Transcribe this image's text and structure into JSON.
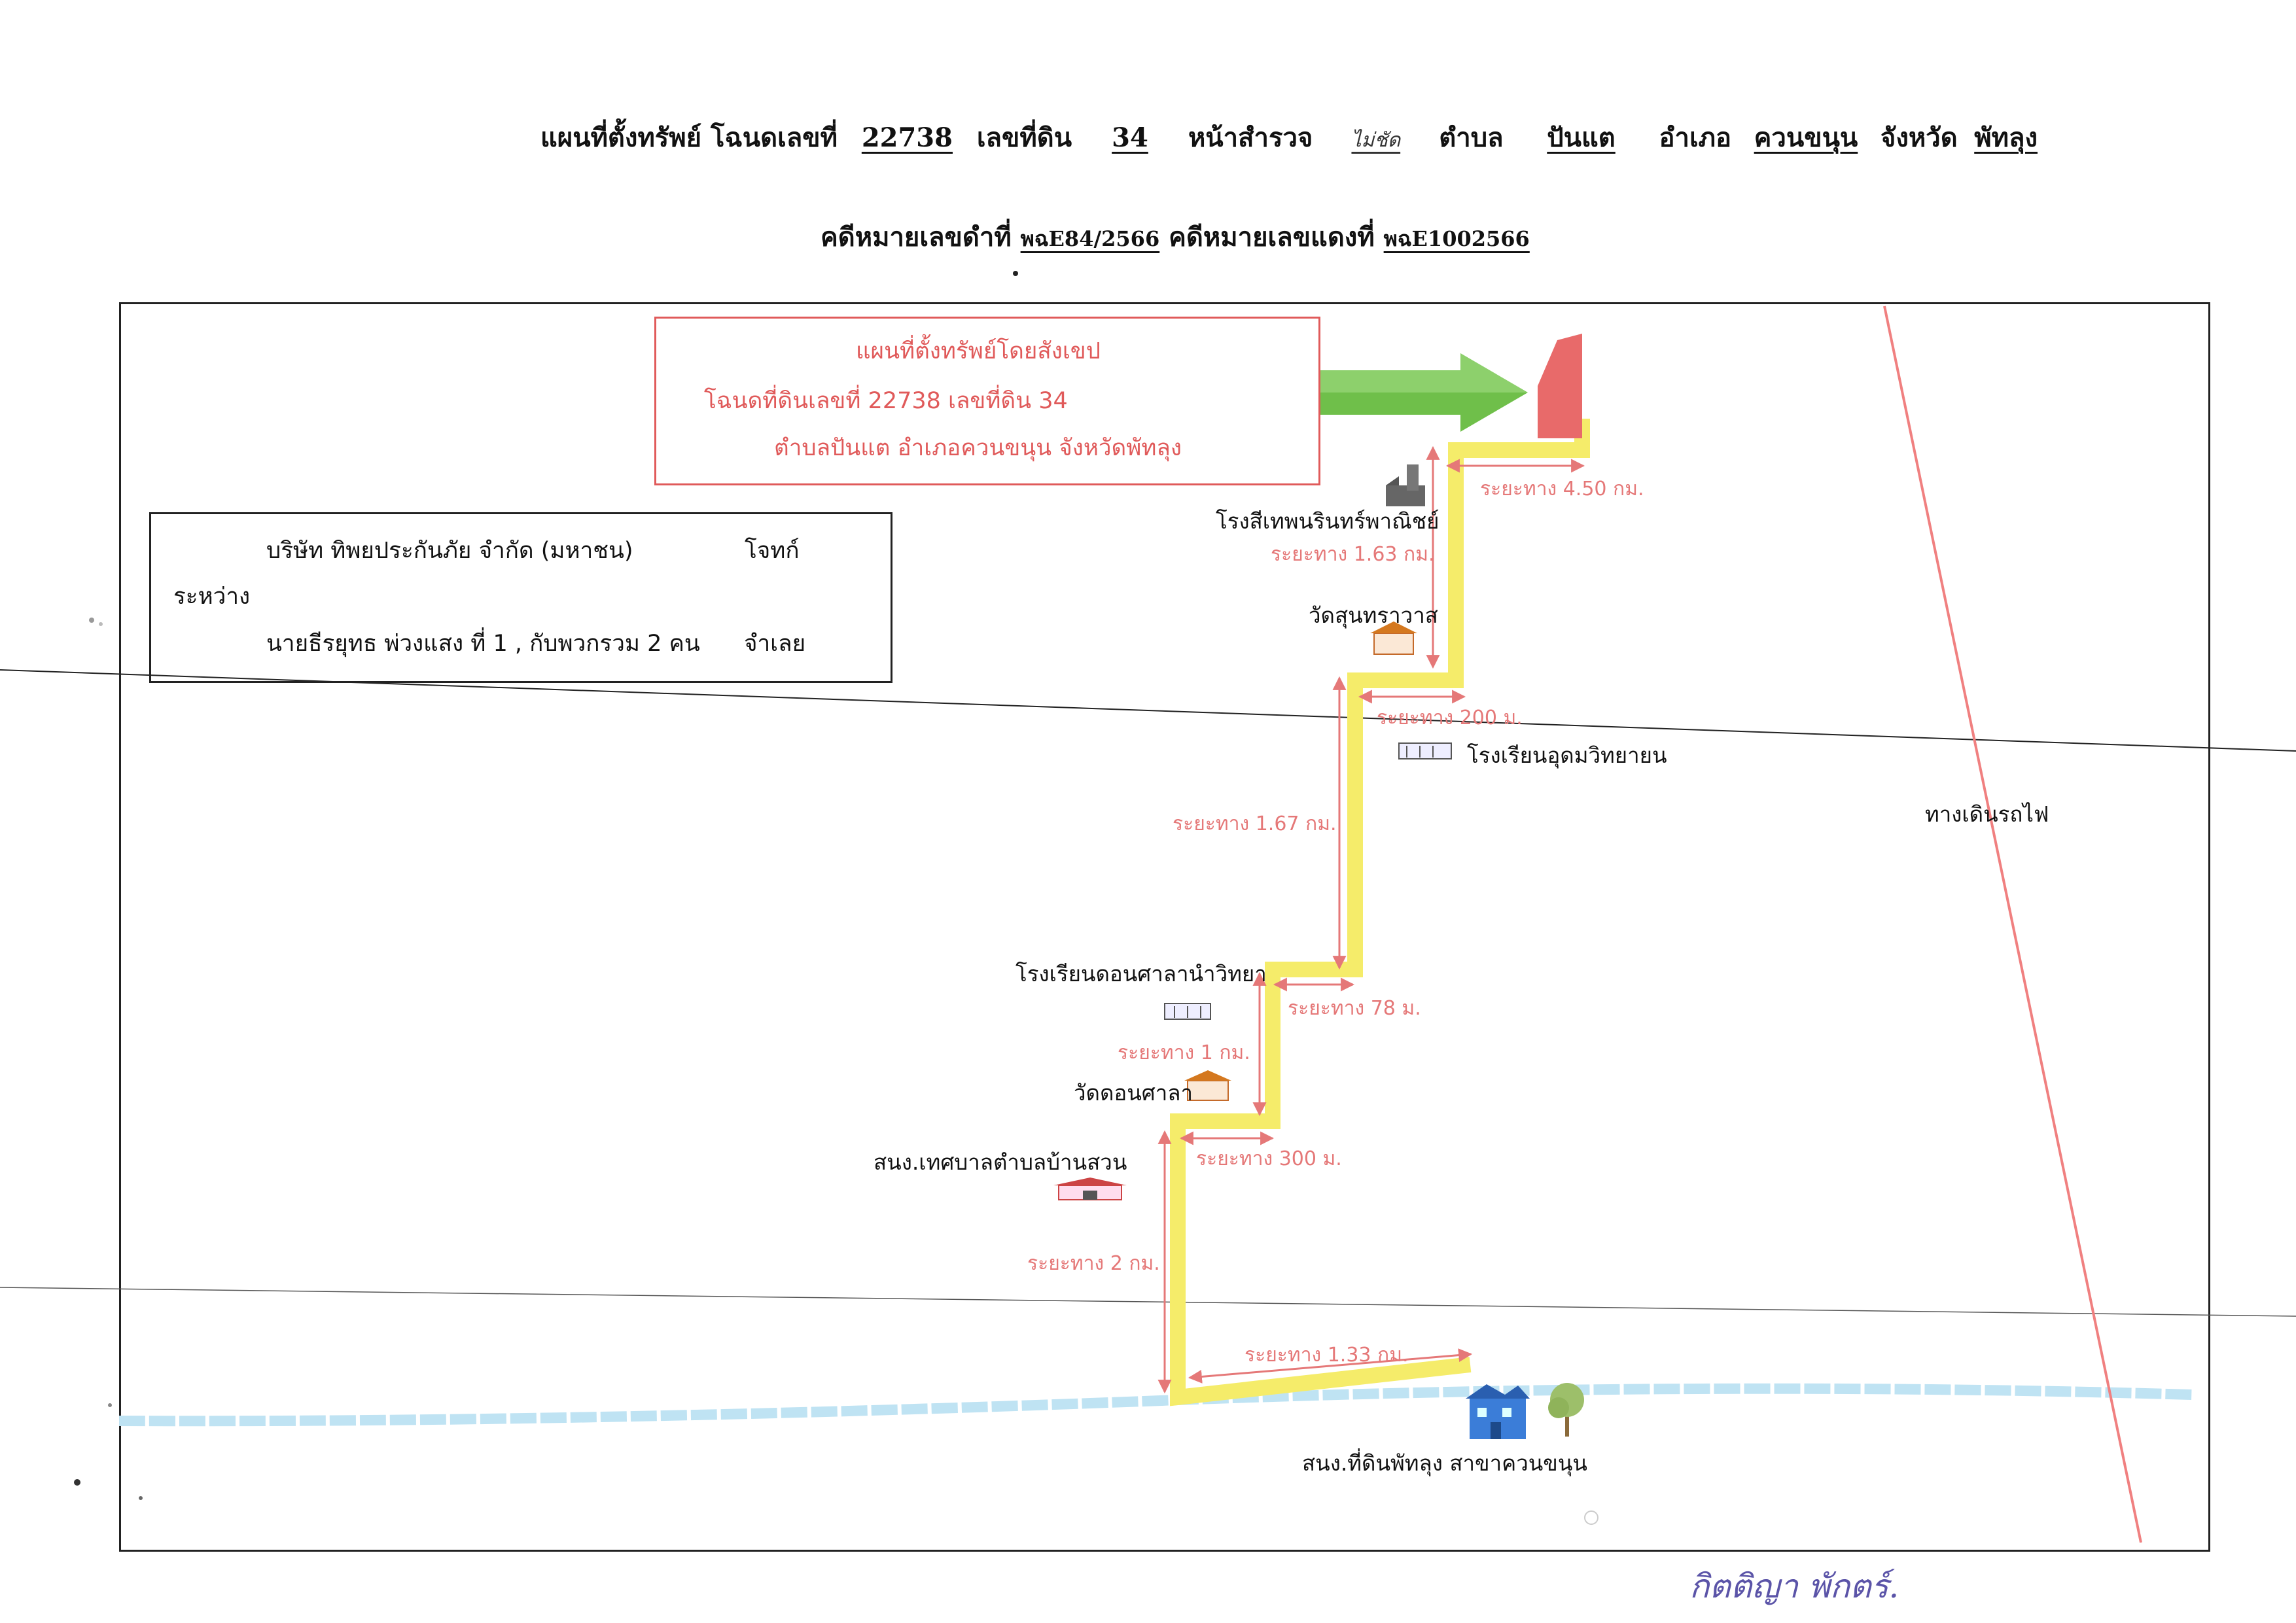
{
  "header": {
    "line1": {
      "p1": "แผนที่ตั้งทรัพย์ โฉนดเลขที่",
      "deed_no": "22738",
      "p2": "เลขที่ดิน",
      "land_no": "34",
      "p3": "หน้าสำรวจ",
      "survey_page": "ไม่ชัด",
      "p4": "ตำบล",
      "tambon": "ปันแต",
      "p5": "อำเภอ",
      "amphoe": "ควนขนุน",
      "p6": "จังหวัด",
      "province": "พัทลุง"
    },
    "line2": {
      "p1": "คดีหมายเลขดำที่",
      "black_case": "พฉE84/2566",
      "p2": "คดีหมายเลขแดงที่",
      "red_case": "พฉE1002566"
    }
  },
  "title_box": {
    "line1": "แผนที่ตั้งทรัพย์โดยสังเขป",
    "line2": "โฉนดที่ดินเลขที่ 22738 เลขที่ดิน 34",
    "line3": "ตำบลปันแต อำเภอควนขนุน จังหวัดพัทลุง"
  },
  "case_box": {
    "plaintiff": "บริษัท ทิพยประกันภัย จำกัด (มหาชน)",
    "plaintiff_role": "โจทก์",
    "between": "ระหว่าง",
    "defendant": "นายธีรยุทธ พ่วงแสง ที่ 1 , กับพวกรวม 2 คน",
    "defendant_role": "จำเลย"
  },
  "landmarks": {
    "printing_house": "โรงสีเทพนรินทร์พาณิชย์",
    "wat_sun": "วัดสุนทราวาส",
    "school_udom": "โรงเรียนอุดมวิทยายน",
    "school_donsala": "โรงเรียนดอนศาลานำวิทยา",
    "wat_donsala": "วัดดอนศาลา",
    "municipal_office": "สนง.เทศบาลตำบลบ้านสวน",
    "land_office": "สนง.ที่ดินพัทลุง สาขาควนขนุน",
    "railway": "ทางเดินรถไฟ"
  },
  "distances": {
    "d1": "ระยะทาง 1.33 กม.",
    "d2": "ระยะทาง 2 กม.",
    "d3": "ระยะทาง 300 ม.",
    "d4": "ระยะทาง 1 กม.",
    "d5": "ระยะทาง 78 ม.",
    "d6": "ระยะทาง 1.67 กม.",
    "d7": "ระยะทาง 200 ม.",
    "d8": "ระยะทาง 1.63 กม.",
    "d9": "ระยะทาง 4.50 กม."
  },
  "colors": {
    "route": "#f5ec6a",
    "arrow_green": "#6fbf4a",
    "distance_text": "#e57878",
    "title_box": "#e05a5a",
    "river": "#bfe3f3",
    "railway": "#f08080",
    "signature": "#5b54a8"
  },
  "signature": "กิตติญา พักตร์."
}
